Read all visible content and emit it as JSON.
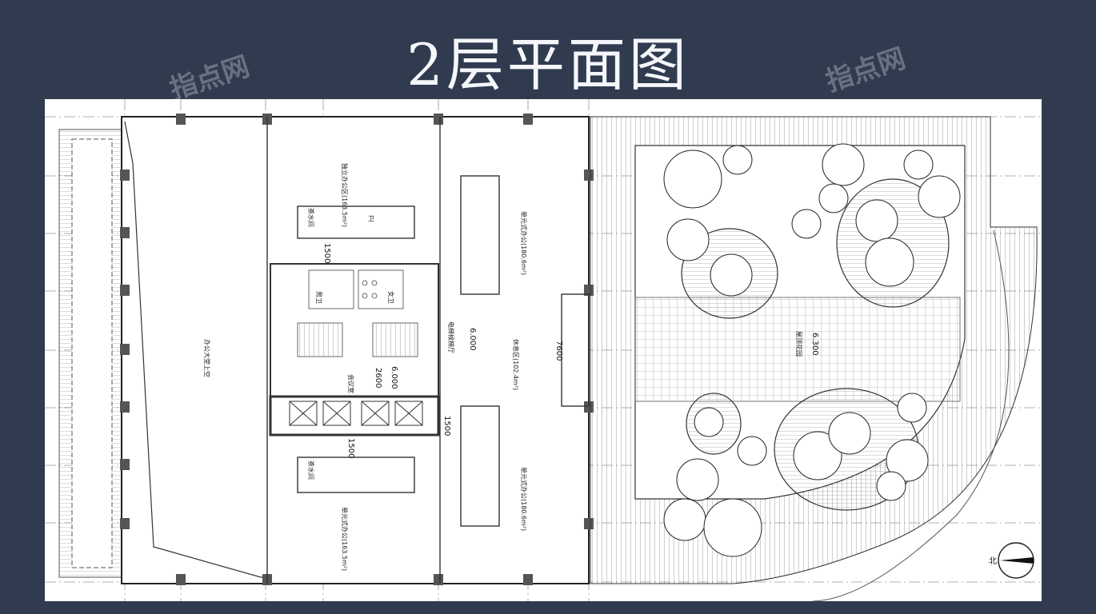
{
  "title": "2层平面图",
  "watermark": "指点网",
  "rooms": {
    "atrium": "办公大堂上空",
    "office_top": "独立办公区(163.5m²)",
    "office_left_top": "单元式办公(180.6m²)",
    "office_left_bottom": "单元式办公(180.6m²)",
    "office_bottom": "单元式办公(163.5m²)",
    "lobby": "休息区(102.4m²)",
    "garden": "屋顶花园",
    "lift_lobby": "电梯候梯厅",
    "tea_top": "茶水间",
    "tea_bottom": "茶水间",
    "wc": "卫",
    "male": "男卫",
    "female": "女卫",
    "meeting": "会议室"
  },
  "dimensions": {
    "d1500a": "1500",
    "d1500b": "1500",
    "d1500c": "1500",
    "d2600": "2600",
    "d7600": "7600",
    "elev1": "6.000",
    "elev2": "6.000",
    "elev3": "6.300"
  },
  "north": "北"
}
